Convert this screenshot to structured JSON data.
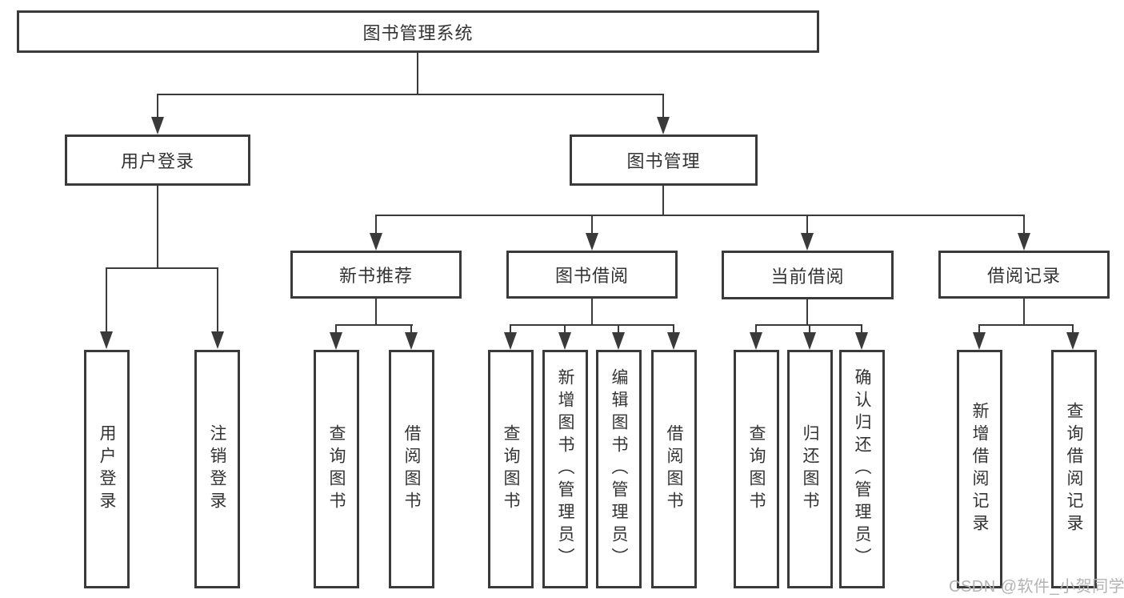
{
  "tree": {
    "root": "图书管理系统",
    "branches": [
      {
        "label": "用户登录",
        "leaves": [
          "用户登录",
          "注销登录"
        ]
      },
      {
        "label": "图书管理",
        "groups": [
          {
            "label": "新书推荐",
            "leaves": [
              "查询图书",
              "借阅图书"
            ]
          },
          {
            "label": "图书借阅",
            "leaves": [
              "查询图书",
              "新增图书（管理员）",
              "编辑图书（管理员）",
              "借阅图书"
            ]
          },
          {
            "label": "当前借阅",
            "leaves": [
              "查询图书",
              "归还图书",
              "确认归还（管理员）"
            ]
          },
          {
            "label": "借阅记录",
            "leaves": [
              "新增借阅记录",
              "查询借阅记录"
            ]
          }
        ]
      }
    ]
  },
  "watermark": {
    "text": "CSDN @软件_小贺同学"
  },
  "colors": {
    "line": "#3a3a3a",
    "text": "#333333",
    "watermark": "#b3b3b3",
    "background": "#ffffff"
  }
}
